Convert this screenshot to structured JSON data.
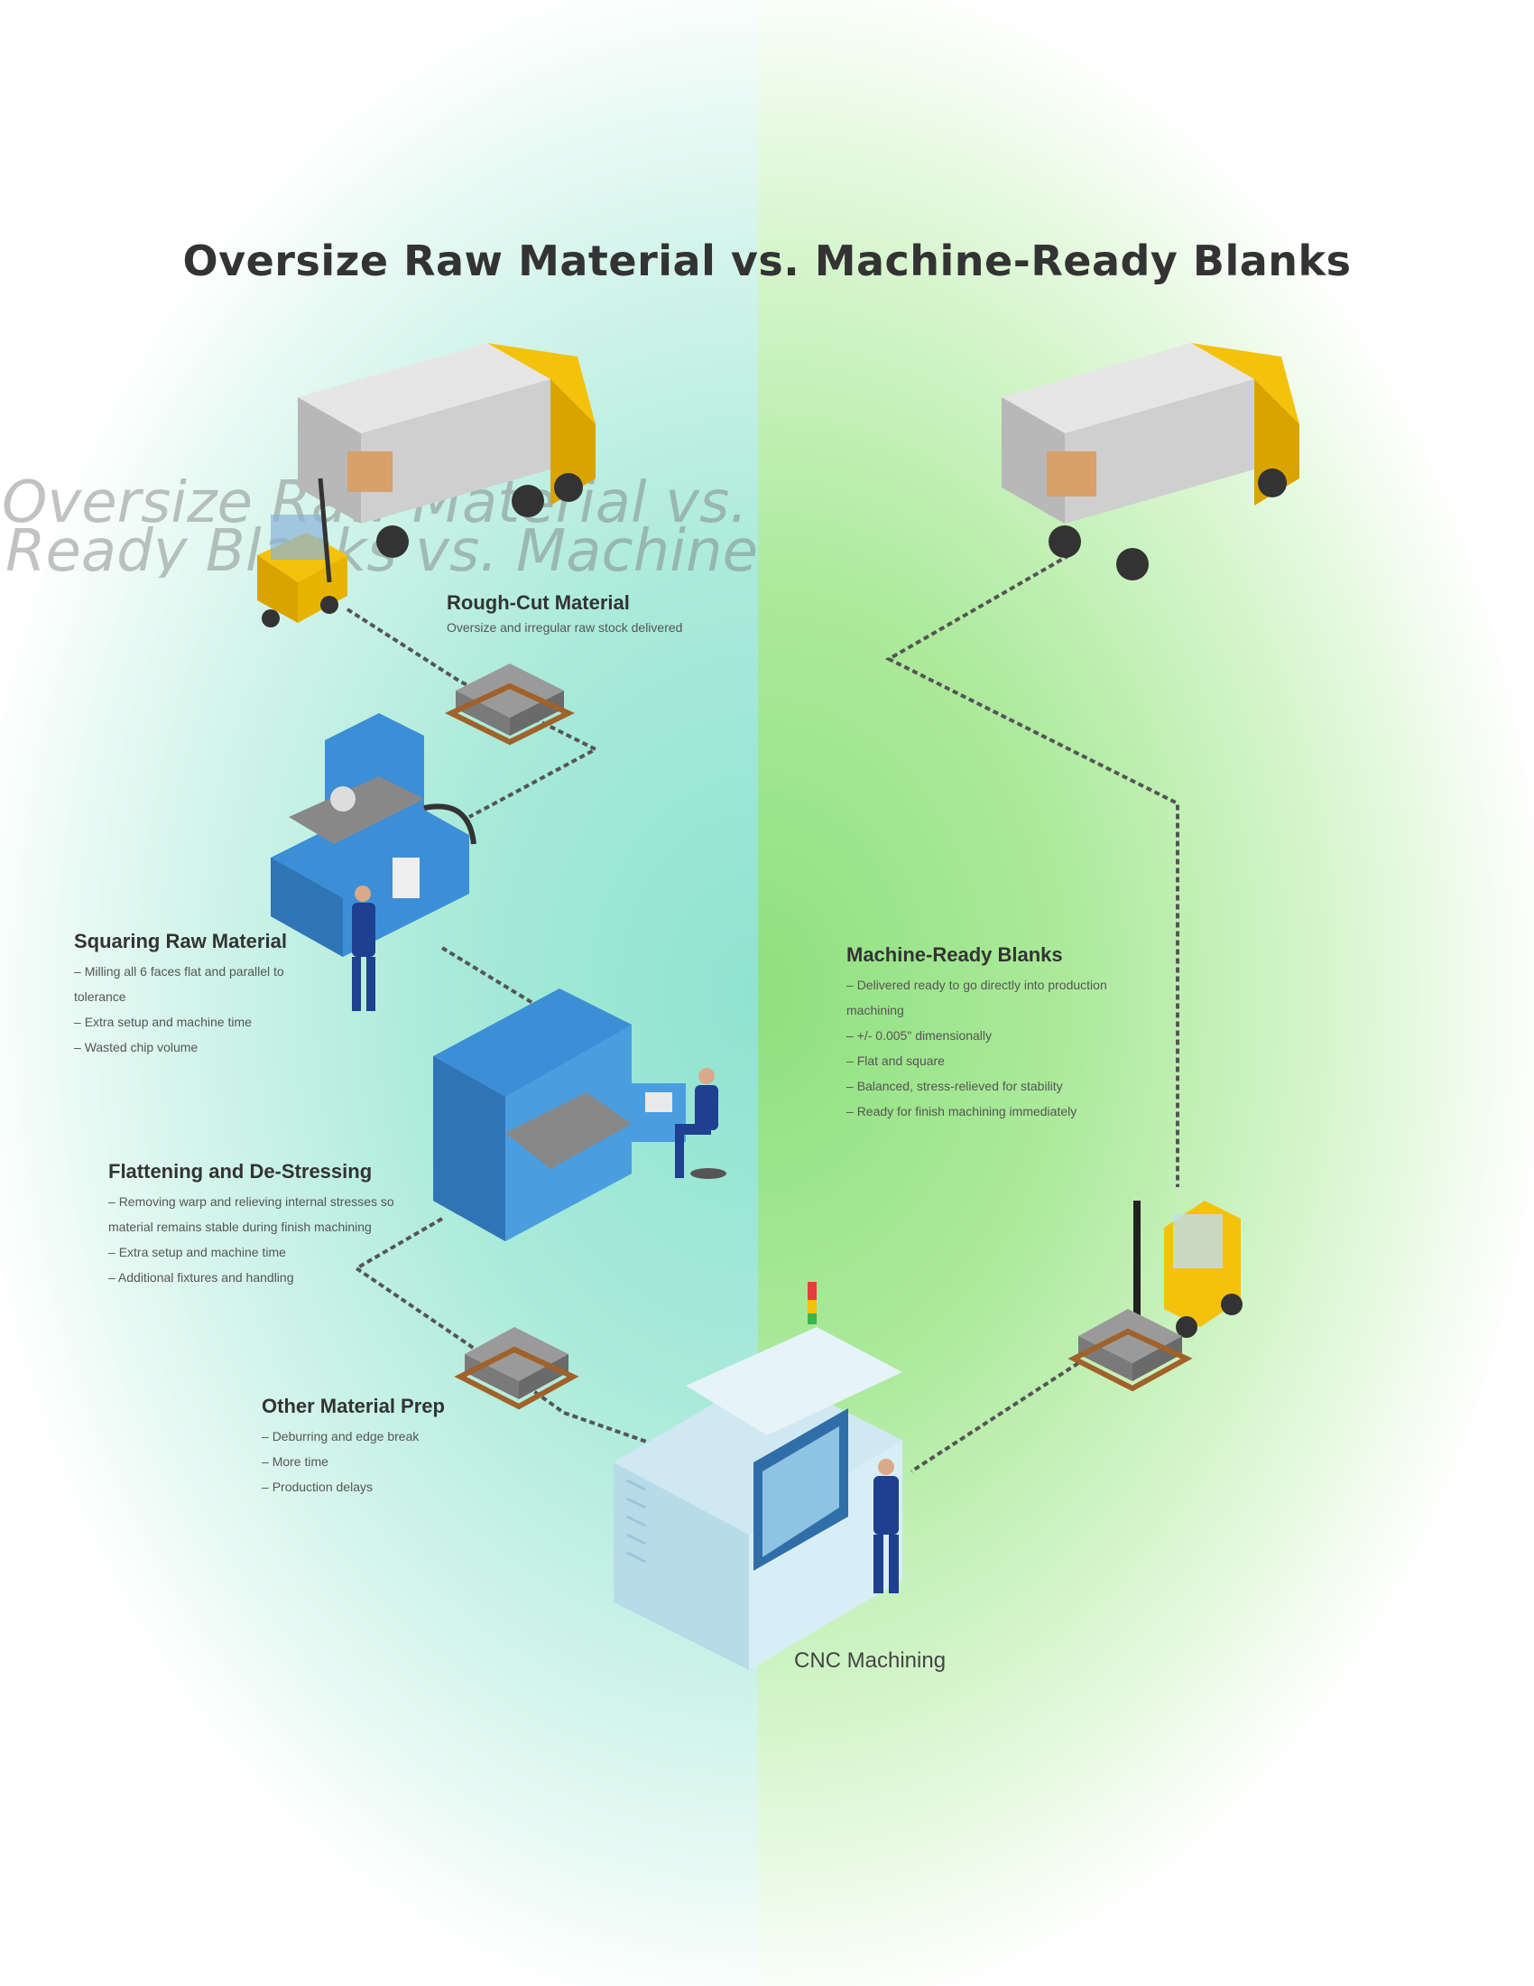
{
  "title": "Oversize Raw Material vs. Machine-Ready Blanks",
  "ghost_text": {
    "line1": "Oversize Raw Material vs. Machine",
    "line2": "Ready Blanks vs. Machine"
  },
  "left_flow": {
    "rough_cut": {
      "title": "Rough-Cut Material",
      "subtitle": "Oversize and irregular raw stock delivered"
    },
    "squaring": {
      "title": "Squaring Raw Material",
      "bullets": [
        "Milling all 6 faces flat and parallel to tolerance",
        "Extra setup and machine time",
        "Wasted chip volume"
      ]
    },
    "flattening": {
      "title": "Flattening and De-Stressing",
      "bullets": [
        "Removing warp and relieving internal stresses so material remains stable during finish machining",
        "Extra setup and machine time",
        "Additional fixtures and handling"
      ]
    },
    "other_prep": {
      "title": "Other Material Prep",
      "bullets": [
        "Deburring and edge break",
        "More time",
        "Production delays"
      ]
    }
  },
  "right_flow": {
    "blanks": {
      "title": "Machine-Ready Blanks",
      "bullets": [
        "Delivered ready to go directly into production machining",
        "+/- 0.005\" dimensionally",
        "Flat and square",
        "Balanced, stress-relieved for stability",
        "Ready for finish machining immediately"
      ]
    }
  },
  "cnc_label": "CNC Machining",
  "colors": {
    "left_bg": "#8fe3d0",
    "right_bg": "#8fe07e",
    "truck_cab": "#f4c20d",
    "machine_blue": "#3c8fd6",
    "worker_blue": "#1f3f8f",
    "cnc_body": "#cfe8f2",
    "pallet": "#8a8a8a"
  }
}
